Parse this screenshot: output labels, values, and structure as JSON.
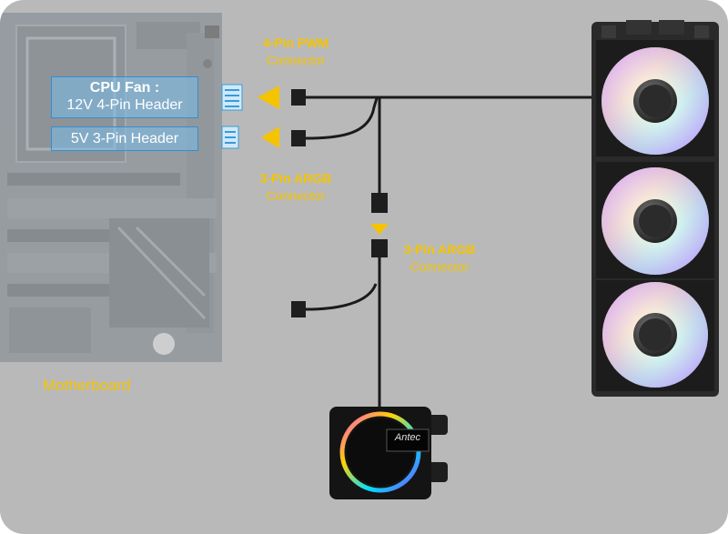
{
  "labels": {
    "pwm_title": "4-Pin PWM",
    "pwm_sub": "Connector",
    "argb1_title": "3-Pin ARGB",
    "argb1_sub": "Connector",
    "argb2_title": "3-Pin ARGB",
    "argb2_sub": "Connector",
    "motherboard": "Motherboard",
    "brand_logo": "Antec"
  },
  "headers": {
    "cpu_fan_title": "CPU Fan :",
    "cpu_fan_sub": "12V 4-Pin Header",
    "argb_header": "5V 3-Pin Header"
  },
  "colors": {
    "background": "#b9b9b9",
    "accent_yellow": "#f5c400",
    "header_fill": "#78beeb",
    "cable": "#1a1a1a",
    "radiator": "#2a2a2a"
  },
  "icons": [
    "motherboard-image",
    "arrow-left-icon",
    "arrow-down-icon",
    "fan-icon",
    "pump-block-icon"
  ]
}
